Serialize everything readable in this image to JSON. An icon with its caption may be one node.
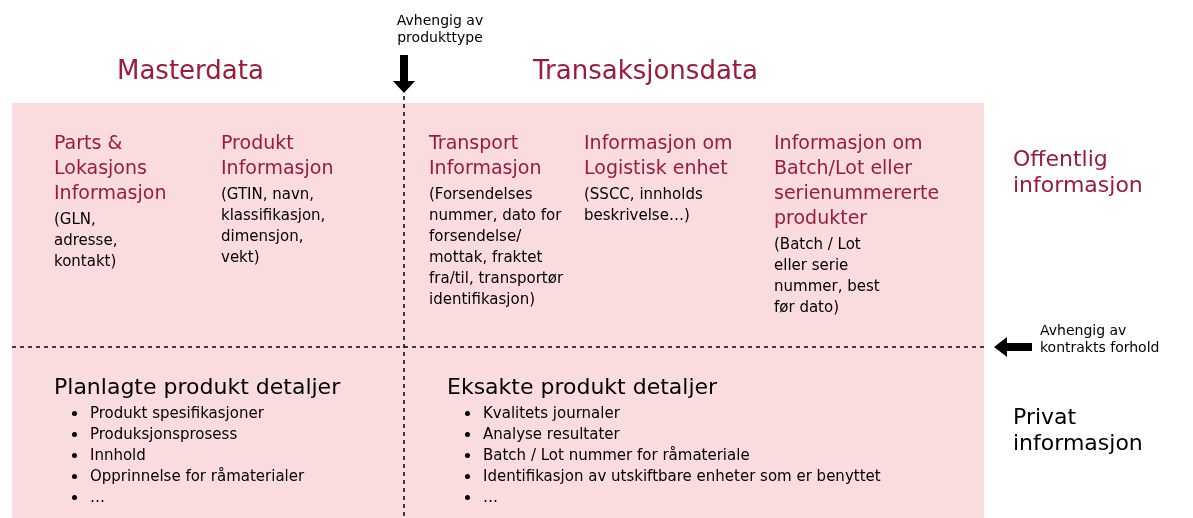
{
  "diagram": {
    "nodes": [
      {
        "text": [],
        "shape": "box"
      },
      {
        "text": [
          "Parts & Lokasjons Informasjon",
          "(GLN, adresse, kontakt)"
        ],
        "in": 0
      },
      {
        "text": [
          "Produkt Informasjon",
          "(GTIN, navn, klassifikasjon, dimensjon, vekt)"
        ],
        "in": 0
      },
      {
        "text": [
          "Transport Informasjon",
          "(Forsendelses nummer, dato for forsendelse/ mottak, fraktet fra/til, transportør identifikasjon)"
        ],
        "in": 0
      },
      {
        "text": [
          "Informasjon om Logistisk enhet",
          "(SSCC, innholds beskrivelse…)"
        ],
        "in": 0
      },
      {
        "text": [
          "Informasjon om Batch/Lot eller serienummererte produkter",
          "(Batch / Lot eller serie nummer, best før dato)"
        ],
        "in": 0
      },
      {
        "text": [
          "Planlagte produkt detaljer",
          "Produkt spesifikasjoner",
          "Produksjonsprosess",
          "Innhold",
          "Opprinnelse for råmaterialer",
          "…"
        ],
        "in": 0
      },
      {
        "text": [
          "Eksakte produkt detaljer",
          "Kvalitets journaler",
          "Analyse resultater",
          "Batch / Lot nummer for råmateriale",
          "Identifikasjon av utskiftbare enheter som er benyttet",
          "…"
        ],
        "in": 0
      }
    ],
    "labels": [
      "Avhengig av produkttype",
      "Masterdata",
      "Transaksjonsdata",
      "Offentlig informasjon",
      "Avhengig av kontrakts forhold",
      "Privat informasjon"
    ]
  }
}
